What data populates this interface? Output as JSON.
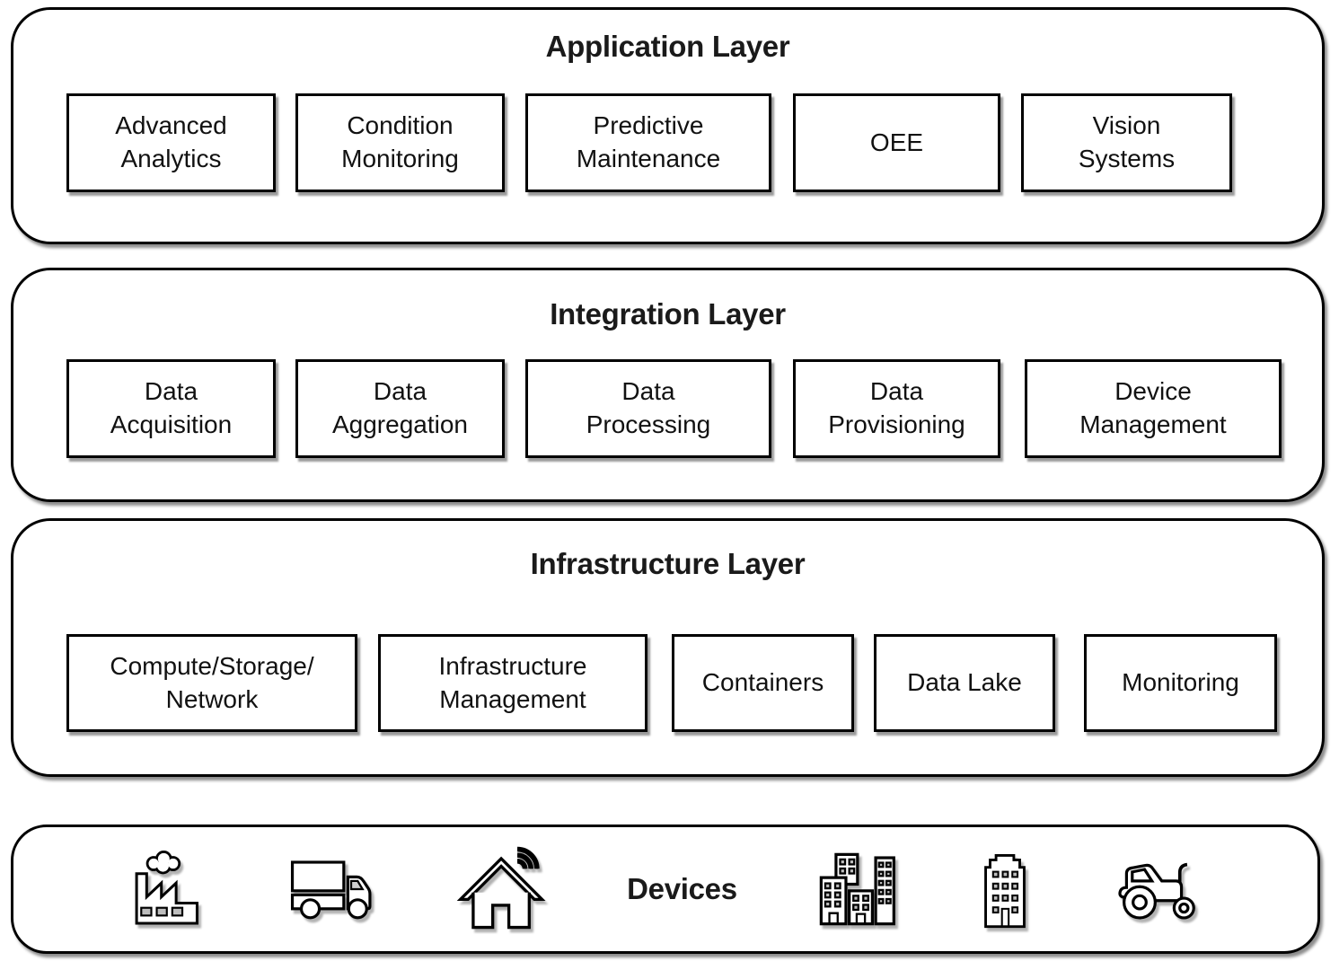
{
  "layers": [
    {
      "title": "Application Layer",
      "boxes": [
        "Advanced\nAnalytics",
        "Condition\nMonitoring",
        "Predictive\nMaintenance",
        "OEE",
        "Vision\nSystems"
      ]
    },
    {
      "title": "Integration Layer",
      "boxes": [
        "Data\nAcquisition",
        "Data\nAggregation",
        "Data\nProcessing",
        "Data\nProvisioning",
        "Device\nManagement"
      ]
    },
    {
      "title": "Infrastructure Layer",
      "boxes": [
        "Compute/Storage/\nNetwork",
        "Infrastructure\nManagement",
        "Containers",
        "Data Lake",
        "Monitoring"
      ]
    }
  ],
  "devices": {
    "label": "Devices",
    "icons": [
      "factory-icon",
      "truck-icon",
      "smart-home-icon",
      "city-buildings-icon",
      "office-building-icon",
      "tractor-icon"
    ]
  },
  "colors": {
    "line": "#000000",
    "text": "#111111",
    "background": "#ffffff",
    "window_fill": "#bdbdbd"
  }
}
